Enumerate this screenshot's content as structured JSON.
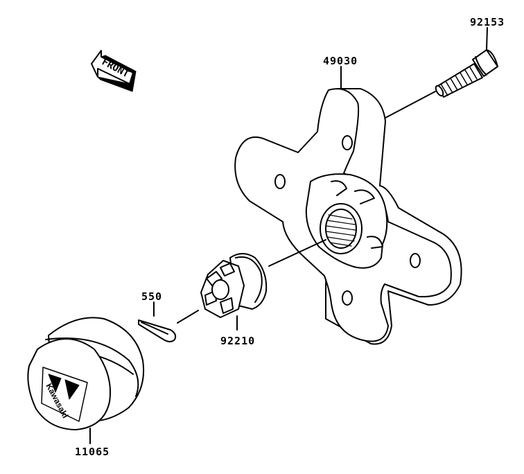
{
  "direction": {
    "label": "FRONT"
  },
  "parts": [
    {
      "id": "p92153",
      "number": "92153"
    },
    {
      "id": "p49030",
      "number": "49030"
    },
    {
      "id": "p550",
      "number": "550"
    },
    {
      "id": "p92210",
      "number": "92210"
    },
    {
      "id": "p11065",
      "number": "11065"
    }
  ],
  "cap_logo": {
    "text": "Kawasaki"
  }
}
